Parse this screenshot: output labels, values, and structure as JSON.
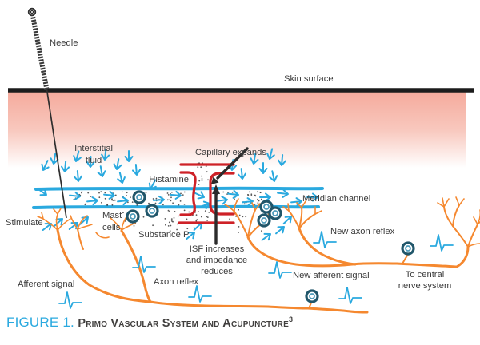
{
  "caption": {
    "prefix": "FIGURE 1.",
    "title": "Primo Vascular System and Acupuncture",
    "superscript": "3"
  },
  "labels": {
    "needle": "Needle",
    "skin_surface": "Skin surface",
    "interstitial_line1": "Interstitial",
    "interstitial_line2": "fluid",
    "capillary_expands": "Capillary expands",
    "histamine": "Histamine",
    "meridian_channel": "Meridian channel",
    "stimulate": "Stimulate",
    "mast_line1": "Mast",
    "mast_line2": "cells",
    "substance_p": "Substance P",
    "isf_line1": "ISF increases",
    "isf_line2": "and impedance",
    "isf_line3": "reduces",
    "new_axon_reflex": "New axon reflex",
    "axon_reflex": "Axon reflex",
    "afferent_signal": "Afferent signal",
    "new_afferent_signal": "New afferent signal",
    "to_central_line1": "To central",
    "to_central_line2": "nerve system"
  },
  "colors": {
    "blue": "#2AA9DF",
    "orange": "#F5882F",
    "red": "#CE2127",
    "ink": "#3B3B3B",
    "skin": "#1C1C1C",
    "pink": "#F5AB9D",
    "cell": "#20566A",
    "cellin": "#4D9BBA"
  }
}
